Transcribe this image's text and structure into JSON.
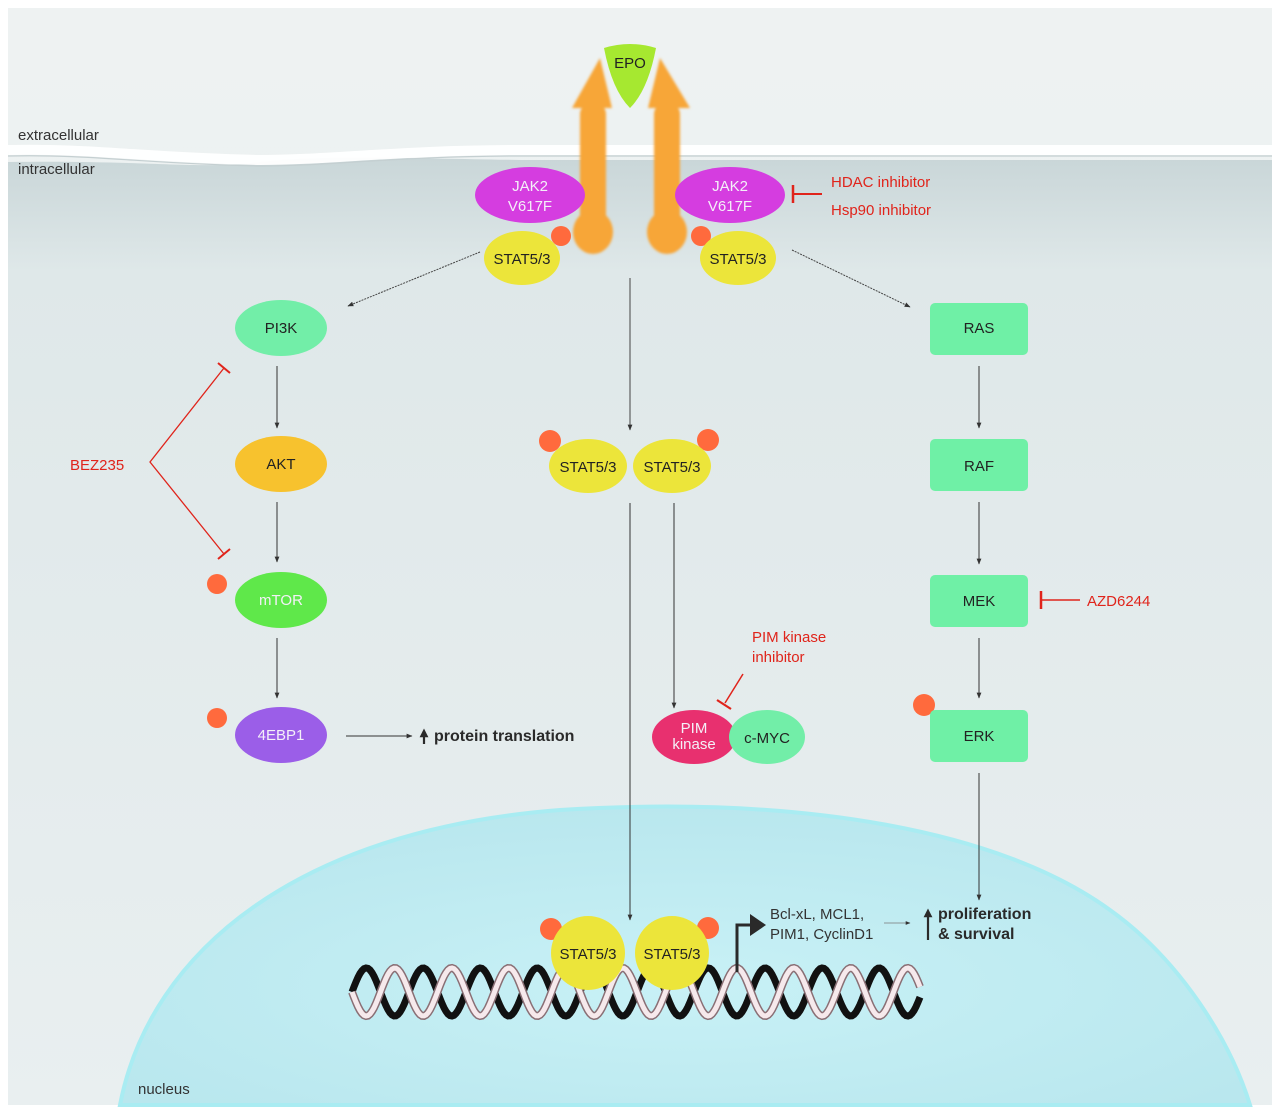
{
  "regions": {
    "extracellular": "extracellular",
    "intracellular": "intracellular",
    "nucleus": "nucleus"
  },
  "receptor": {
    "ligand": "EPO",
    "jak_left": [
      "JAK2",
      "V617F"
    ],
    "jak_right": [
      "JAK2",
      "V617F"
    ],
    "stat_left": "STAT5/3",
    "stat_right": "STAT5/3"
  },
  "inhibitors": {
    "hdac": "HDAC inhibitor",
    "hsp90": "Hsp90 inhibitor",
    "bez": "BEZ235",
    "pim": [
      "PIM kinase",
      "inhibitor"
    ],
    "azd": "AZD6244"
  },
  "pi3k_pathway": {
    "nodes": [
      "PI3K",
      "AKT",
      "mTOR",
      "4EBP1"
    ],
    "output": "protein translation"
  },
  "stat_pathway": {
    "dimer": [
      "STAT5/3",
      "STAT5/3"
    ],
    "pim": [
      "PIM",
      "kinase"
    ],
    "myc": "c-MYC"
  },
  "mapk_pathway": {
    "nodes": [
      "RAS",
      "RAF",
      "MEK",
      "ERK"
    ]
  },
  "nucleus": {
    "dimer": [
      "STAT5/3",
      "STAT5/3"
    ],
    "targets": [
      "Bcl-xL, MCL1,",
      "PIM1, CyclinD1"
    ],
    "outcome": [
      "proliferation",
      "& survival"
    ]
  },
  "colors": {
    "inhibitor_red": "#e0241b",
    "pi3k": "#72eea8",
    "akt": "#f7c22e",
    "mtor": "#5fe84a",
    "ebp": "#9b5ee8",
    "jak": "#d53de0",
    "stat": "#ece53a",
    "phospho": "#ff6a3d",
    "mapk": "#6ff0a6",
    "pim": "#e8306f",
    "nucleus": "#c3eef4",
    "receptor": "#f7a637",
    "epo": "#a6e830"
  }
}
